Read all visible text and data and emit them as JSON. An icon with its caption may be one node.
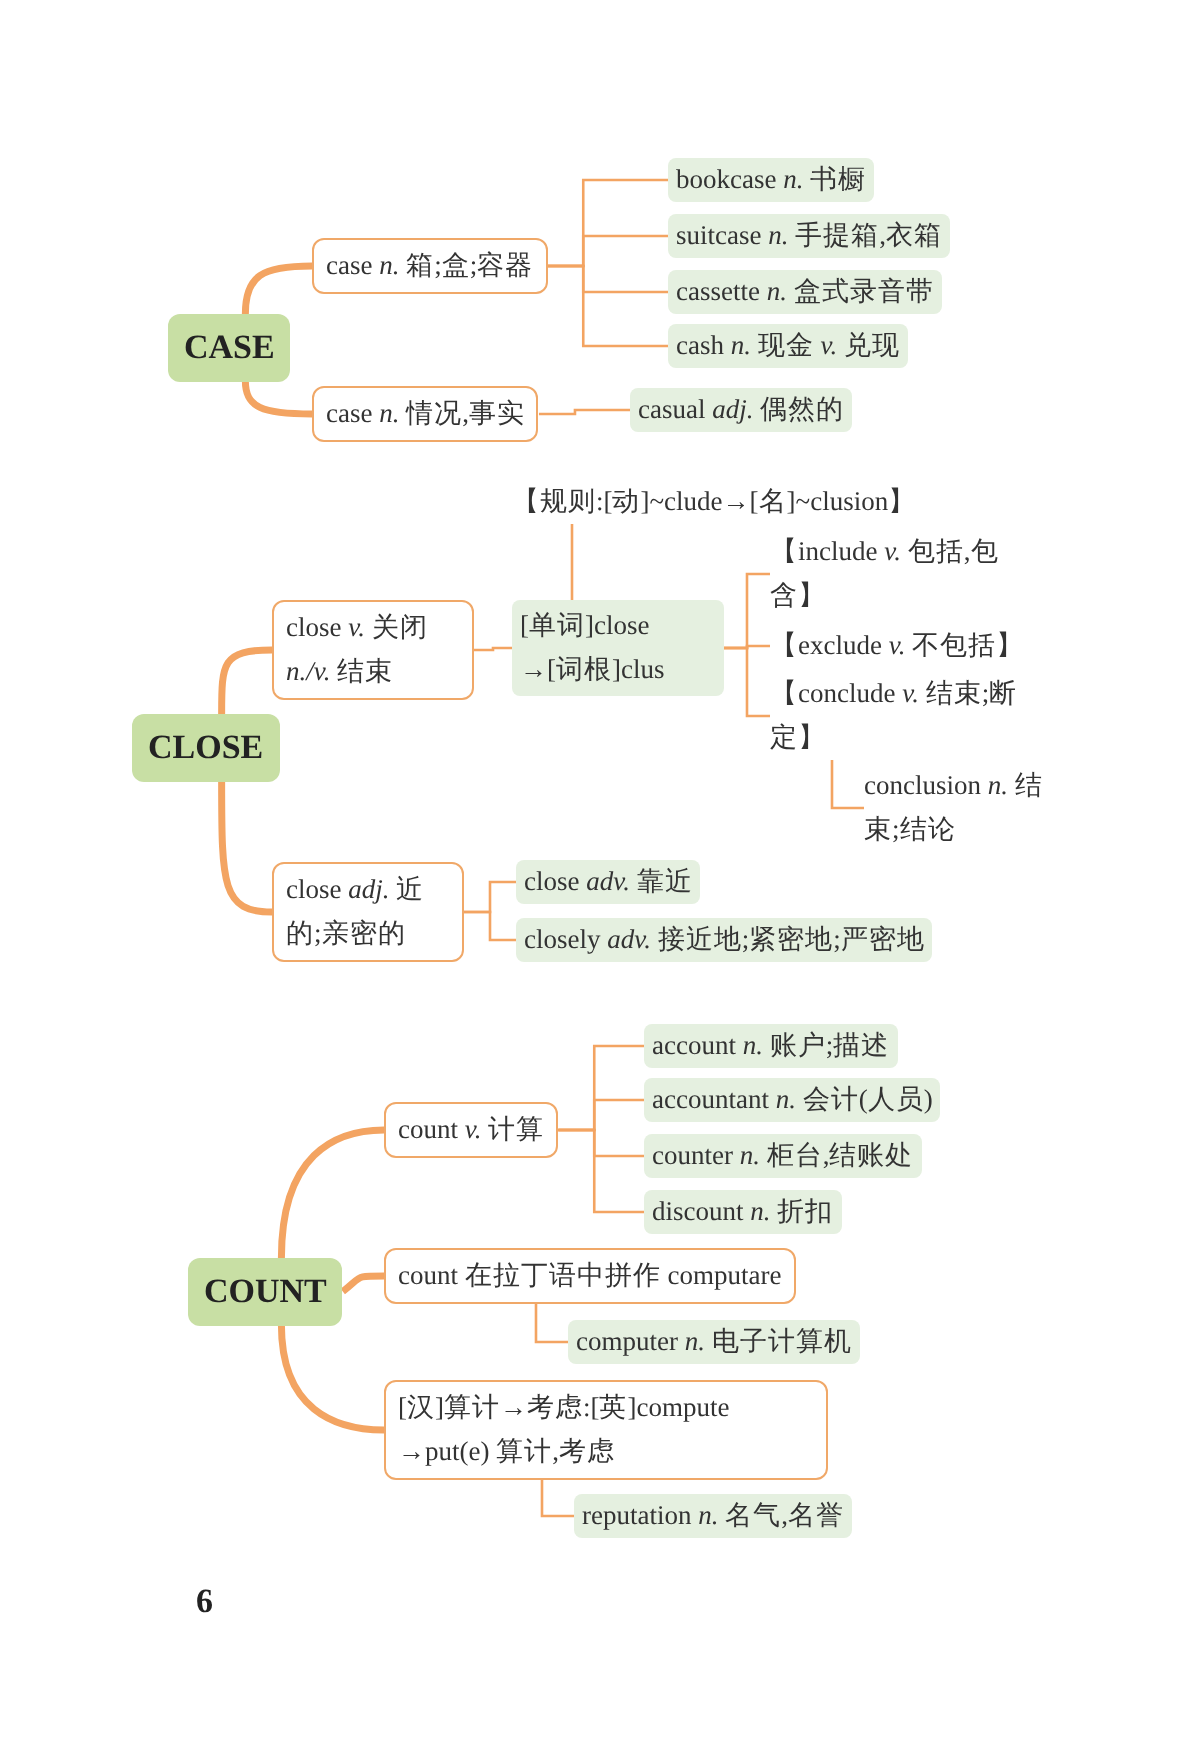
{
  "diagram": {
    "nodes": [
      {
        "text": [
          "CASE"
        ]
      },
      {
        "text": [
          "case *n.* 箱;盒;容器"
        ]
      },
      {
        "text": [
          "bookcase *n.* 书橱"
        ]
      },
      {
        "text": [
          "suitcase *n.* 手提箱,衣箱"
        ]
      },
      {
        "text": [
          "cassette *n.* 盒式录音带"
        ]
      },
      {
        "text": [
          "cash *n.* 现金 *v.* 兑现"
        ]
      },
      {
        "text": [
          "case *n.* 情况,事实"
        ]
      },
      {
        "text": [
          "casual *adj.* 偶然的"
        ]
      },
      {
        "text": [
          "CLOSE"
        ]
      },
      {
        "text": [
          "close *v.* 关闭 *n./v.* 结束"
        ]
      },
      {
        "text": [
          "【规则:[动]~clude→[名]~clusion】"
        ]
      },
      {
        "text": [
          "[单词]close →[词根]clus"
        ]
      },
      {
        "text": [
          "【include *v.* 包括,包含】"
        ]
      },
      {
        "text": [
          "【exclude *v.* 不包括】"
        ]
      },
      {
        "text": [
          "【conclude *v.* 结束;断定】"
        ]
      },
      {
        "text": [
          "conclusion *n.* 结束;结论"
        ]
      },
      {
        "text": [
          "close *adj.* 近的;亲密的"
        ]
      },
      {
        "text": [
          "close *adv.* 靠近"
        ]
      },
      {
        "text": [
          "closely *adv.* 接近地;紧密地;严密地"
        ]
      },
      {
        "text": [
          "COUNT"
        ]
      },
      {
        "text": [
          "count *v.* 计算"
        ]
      },
      {
        "text": [
          "account *n.* 账户;描述"
        ]
      },
      {
        "text": [
          "accountant *n.* 会计(人员)"
        ]
      },
      {
        "text": [
          "counter *n.* 柜台,结账处"
        ]
      },
      {
        "text": [
          "discount *n.* 折扣"
        ]
      },
      {
        "text": [
          "count 在拉丁语中拼作 computare"
        ]
      },
      {
        "text": [
          "computer *n.* 电子计算机"
        ]
      },
      {
        "text": [
          "[汉]算计→考虑:[英]compute →put(e) 算计,考虑"
        ]
      },
      {
        "text": [
          "reputation *n.* 名气,名誉"
        ]
      }
    ],
    "edges": [
      {
        "from": 0,
        "to": 1,
        "arrow": "none",
        "style": "thick"
      },
      {
        "from": 0,
        "to": 6,
        "arrow": "none",
        "style": "thick"
      },
      {
        "from": 1,
        "to": 2,
        "arrow": "none"
      },
      {
        "from": 1,
        "to": 3,
        "arrow": "none"
      },
      {
        "from": 1,
        "to": 4,
        "arrow": "none"
      },
      {
        "from": 1,
        "to": 5,
        "arrow": "none"
      },
      {
        "from": 6,
        "to": 7,
        "arrow": "none"
      },
      {
        "from": 8,
        "to": 9,
        "arrow": "none",
        "style": "thick"
      },
      {
        "from": 8,
        "to": 16,
        "arrow": "none",
        "style": "thick"
      },
      {
        "from": 9,
        "to": 11,
        "arrow": "none"
      },
      {
        "from": 11,
        "to": 10,
        "arrow": "none"
      },
      {
        "from": 11,
        "to": 12,
        "arrow": "none"
      },
      {
        "from": 11,
        "to": 13,
        "arrow": "none"
      },
      {
        "from": 11,
        "to": 14,
        "arrow": "none"
      },
      {
        "from": 14,
        "to": 15,
        "arrow": "none"
      },
      {
        "from": 16,
        "to": 17,
        "arrow": "none"
      },
      {
        "from": 16,
        "to": 18,
        "arrow": "none"
      },
      {
        "from": 19,
        "to": 20,
        "arrow": "none",
        "style": "thick"
      },
      {
        "from": 19,
        "to": 25,
        "arrow": "none",
        "style": "thick"
      },
      {
        "from": 19,
        "to": 27,
        "arrow": "none",
        "style": "thick"
      },
      {
        "from": 20,
        "to": 21,
        "arrow": "none"
      },
      {
        "from": 20,
        "to": 22,
        "arrow": "none"
      },
      {
        "from": 20,
        "to": 23,
        "arrow": "none"
      },
      {
        "from": 20,
        "to": 24,
        "arrow": "none"
      },
      {
        "from": 25,
        "to": 26,
        "arrow": "none"
      },
      {
        "from": 27,
        "to": 28,
        "arrow": "none"
      }
    ],
    "labels": [
      "6"
    ]
  }
}
